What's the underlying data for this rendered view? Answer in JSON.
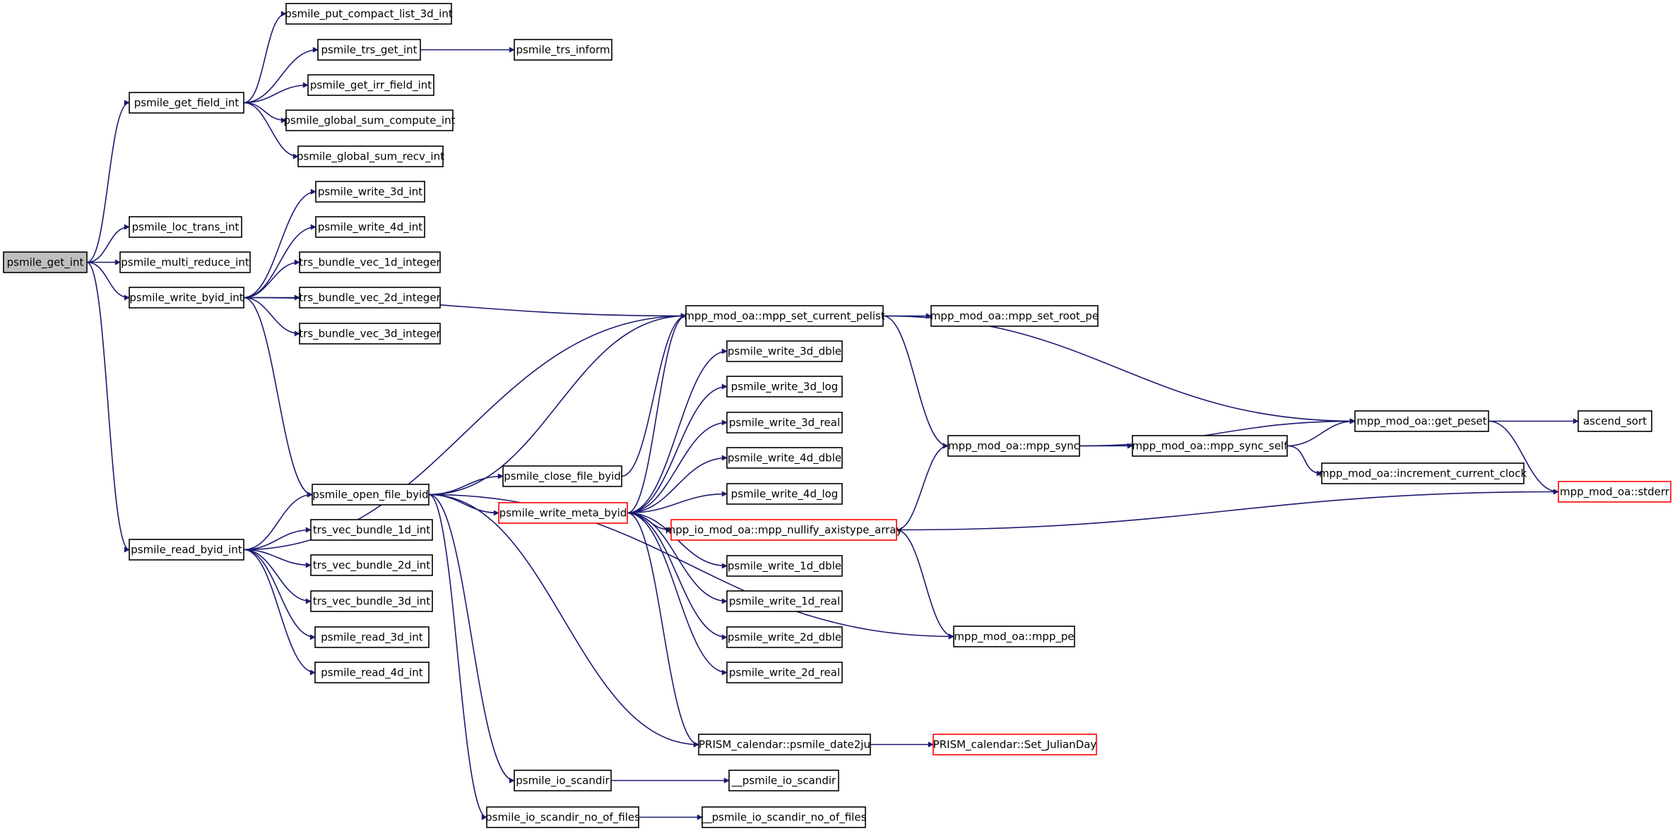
{
  "colors": {
    "edge": "#191970",
    "current_fill": "#bfbfbf",
    "truncated_border": "#ff0000",
    "node_border": "#000000",
    "background": "#ffffff"
  },
  "nodes": [
    {
      "id": "n0",
      "label": "psmile_get_int",
      "style": "current"
    },
    {
      "id": "n1",
      "label": "psmile_get_field_int",
      "style": "normal"
    },
    {
      "id": "n2",
      "label": "psmile_loc_trans_int",
      "style": "normal"
    },
    {
      "id": "n3",
      "label": "psmile_multi_reduce_int",
      "style": "normal"
    },
    {
      "id": "n4",
      "label": "psmile_write_byid_int",
      "style": "normal"
    },
    {
      "id": "n5",
      "label": "psmile_read_byid_int",
      "style": "normal"
    },
    {
      "id": "n6",
      "label": "psmile_put_compact_list_3d_int",
      "style": "normal"
    },
    {
      "id": "n7",
      "label": "psmile_trs_get_int",
      "style": "normal"
    },
    {
      "id": "n8",
      "label": "psmile_trs_inform",
      "style": "normal"
    },
    {
      "id": "n9",
      "label": "psmile_get_irr_field_int",
      "style": "normal"
    },
    {
      "id": "n10",
      "label": "psmile_global_sum_compute_int",
      "style": "normal"
    },
    {
      "id": "n11",
      "label": "psmile_global_sum_recv_int",
      "style": "normal"
    },
    {
      "id": "n12",
      "label": "psmile_write_3d_int",
      "style": "normal"
    },
    {
      "id": "n13",
      "label": "psmile_write_4d_int",
      "style": "normal"
    },
    {
      "id": "n14",
      "label": "trs_bundle_vec_1d_integer",
      "style": "normal"
    },
    {
      "id": "n15",
      "label": "trs_bundle_vec_2d_integer",
      "style": "normal"
    },
    {
      "id": "n16",
      "label": "trs_bundle_vec_3d_integer",
      "style": "normal"
    },
    {
      "id": "n17",
      "label": "mpp_mod_oa::mpp_set_current_pelist",
      "style": "normal"
    },
    {
      "id": "n18",
      "label": "mpp_mod_oa::mpp_set_root_pe",
      "style": "normal"
    },
    {
      "id": "n19",
      "label": "psmile_open_file_byid",
      "style": "normal"
    },
    {
      "id": "n20",
      "label": "psmile_close_file_byid",
      "style": "normal"
    },
    {
      "id": "n21",
      "label": "psmile_write_meta_byid",
      "style": "truncated"
    },
    {
      "id": "n22",
      "label": "psmile_write_3d_dble",
      "style": "normal"
    },
    {
      "id": "n23",
      "label": "psmile_write_3d_log",
      "style": "normal"
    },
    {
      "id": "n24",
      "label": "psmile_write_3d_real",
      "style": "normal"
    },
    {
      "id": "n25",
      "label": "psmile_write_4d_dble",
      "style": "normal"
    },
    {
      "id": "n26",
      "label": "psmile_write_4d_log",
      "style": "normal"
    },
    {
      "id": "n27",
      "label": "psmile_write_1d_dble",
      "style": "normal"
    },
    {
      "id": "n28",
      "label": "psmile_write_1d_real",
      "style": "normal"
    },
    {
      "id": "n29",
      "label": "psmile_write_2d_dble",
      "style": "normal"
    },
    {
      "id": "n30",
      "label": "psmile_write_2d_real",
      "style": "normal"
    },
    {
      "id": "n31",
      "label": "mpp_io_mod_oa::mpp_nullify_axistype_array",
      "style": "truncated"
    },
    {
      "id": "n32",
      "label": "mpp_mod_oa::mpp_sync",
      "style": "normal"
    },
    {
      "id": "n33",
      "label": "mpp_mod_oa::mpp_sync_self",
      "style": "normal"
    },
    {
      "id": "n34",
      "label": "mpp_mod_oa::get_peset",
      "style": "normal"
    },
    {
      "id": "n35",
      "label": "ascend_sort",
      "style": "normal"
    },
    {
      "id": "n36",
      "label": "mpp_mod_oa::increment_current_clock",
      "style": "normal"
    },
    {
      "id": "n37",
      "label": "mpp_mod_oa::stderr",
      "style": "truncated"
    },
    {
      "id": "n38",
      "label": "mpp_mod_oa::mpp_pe",
      "style": "normal"
    },
    {
      "id": "n39",
      "label": "trs_vec_bundle_1d_int",
      "style": "normal"
    },
    {
      "id": "n40",
      "label": "trs_vec_bundle_2d_int",
      "style": "normal"
    },
    {
      "id": "n41",
      "label": "trs_vec_bundle_3d_int",
      "style": "normal"
    },
    {
      "id": "n42",
      "label": "psmile_read_3d_int",
      "style": "normal"
    },
    {
      "id": "n43",
      "label": "psmile_read_4d_int",
      "style": "normal"
    },
    {
      "id": "n44",
      "label": "PRISM_calendar::psmile_date2ju",
      "style": "normal"
    },
    {
      "id": "n45",
      "label": "PRISM_calendar::Set_JulianDay",
      "style": "truncated"
    },
    {
      "id": "n46",
      "label": "psmile_io_scandir",
      "style": "normal"
    },
    {
      "id": "n47",
      "label": "__psmile_io_scandir",
      "style": "normal"
    },
    {
      "id": "n48",
      "label": "psmile_io_scandir_no_of_files",
      "style": "normal"
    },
    {
      "id": "n49",
      "label": "__psmile_io_scandir_no_of_files",
      "style": "normal"
    }
  ],
  "edges": [
    [
      "n0",
      "n1"
    ],
    [
      "n0",
      "n2"
    ],
    [
      "n0",
      "n3"
    ],
    [
      "n0",
      "n4"
    ],
    [
      "n0",
      "n5"
    ],
    [
      "n1",
      "n6"
    ],
    [
      "n1",
      "n7"
    ],
    [
      "n1",
      "n9"
    ],
    [
      "n1",
      "n10"
    ],
    [
      "n1",
      "n11"
    ],
    [
      "n7",
      "n8"
    ],
    [
      "n4",
      "n12"
    ],
    [
      "n4",
      "n13"
    ],
    [
      "n4",
      "n14"
    ],
    [
      "n4",
      "n15"
    ],
    [
      "n4",
      "n16"
    ],
    [
      "n4",
      "n17"
    ],
    [
      "n4",
      "n19"
    ],
    [
      "n5",
      "n17"
    ],
    [
      "n5",
      "n19"
    ],
    [
      "n5",
      "n39"
    ],
    [
      "n5",
      "n40"
    ],
    [
      "n5",
      "n41"
    ],
    [
      "n5",
      "n42"
    ],
    [
      "n5",
      "n43"
    ],
    [
      "n17",
      "n18"
    ],
    [
      "n17",
      "n32"
    ],
    [
      "n17",
      "n34"
    ],
    [
      "n19",
      "n17"
    ],
    [
      "n19",
      "n20"
    ],
    [
      "n19",
      "n21"
    ],
    [
      "n19",
      "n38"
    ],
    [
      "n19",
      "n44"
    ],
    [
      "n19",
      "n46"
    ],
    [
      "n19",
      "n48"
    ],
    [
      "n20",
      "n17"
    ],
    [
      "n21",
      "n17"
    ],
    [
      "n21",
      "n22"
    ],
    [
      "n21",
      "n23"
    ],
    [
      "n21",
      "n24"
    ],
    [
      "n21",
      "n25"
    ],
    [
      "n21",
      "n26"
    ],
    [
      "n21",
      "n31"
    ],
    [
      "n21",
      "n27"
    ],
    [
      "n21",
      "n28"
    ],
    [
      "n21",
      "n29"
    ],
    [
      "n21",
      "n30"
    ],
    [
      "n21",
      "n44"
    ],
    [
      "n31",
      "n32"
    ],
    [
      "n31",
      "n37"
    ],
    [
      "n31",
      "n38"
    ],
    [
      "n32",
      "n33"
    ],
    [
      "n32",
      "n34"
    ],
    [
      "n33",
      "n34"
    ],
    [
      "n33",
      "n36"
    ],
    [
      "n34",
      "n35"
    ],
    [
      "n34",
      "n37"
    ],
    [
      "n44",
      "n45"
    ],
    [
      "n46",
      "n47"
    ],
    [
      "n48",
      "n49"
    ]
  ]
}
